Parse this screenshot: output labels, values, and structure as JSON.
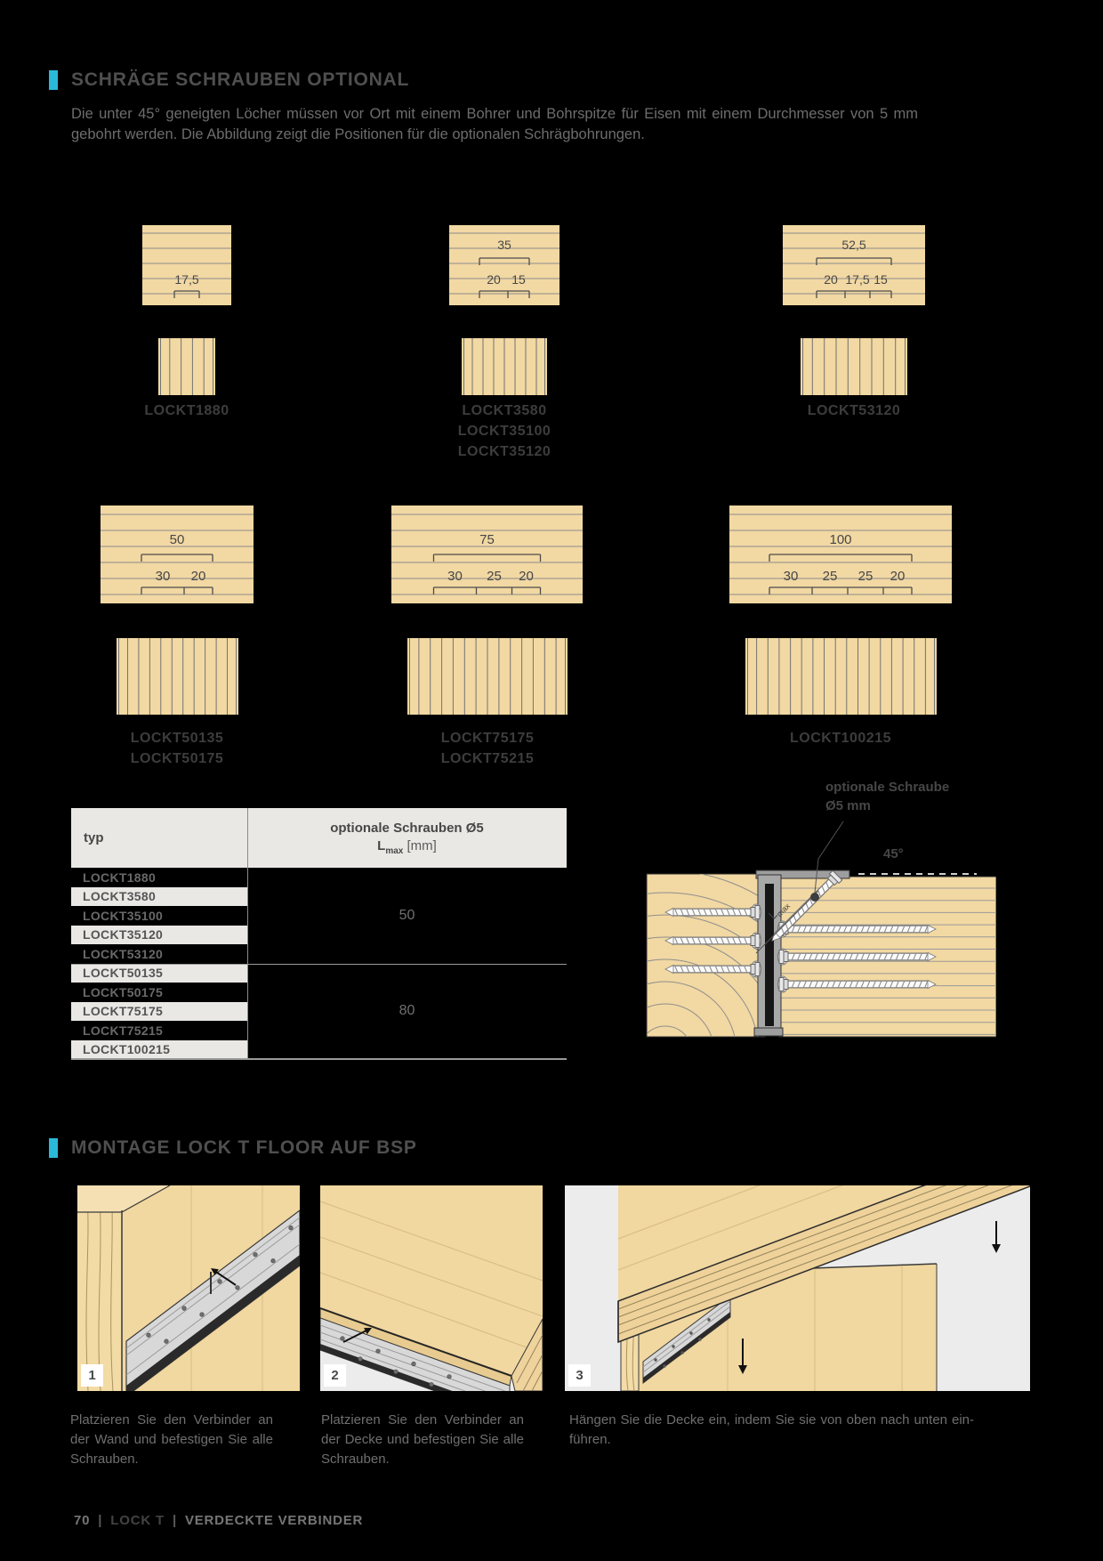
{
  "colors": {
    "accent": "#2bb9da",
    "wood": "#f2d8a2",
    "page_bg": "#000000"
  },
  "section_screws": {
    "title": "SCHRÄGE SCHRAUBEN OPTIONAL",
    "body": "Die unter 45° geneigten Löcher müssen vor Ort mit einem Bohrer und Bohrspitze für Eisen mit einem Durchmesser von 5 mm gebohrt werden. Die Abbildung zeigt die Positionen für die optionalen Schrägbohrungen."
  },
  "diagrams": {
    "row1": [
      {
        "total": "",
        "segments": [
          "17,5"
        ],
        "products": [
          "LOCKT1880"
        ]
      },
      {
        "total": "35",
        "segments": [
          "20",
          "15"
        ],
        "products": [
          "LOCKT3580",
          "LOCKT35100",
          "LOCKT35120"
        ]
      },
      {
        "total": "52,5",
        "segments": [
          "20",
          "17,5",
          "15"
        ],
        "products": [
          "LOCKT53120"
        ]
      }
    ],
    "row2": [
      {
        "total": "50",
        "segments": [
          "30",
          "20"
        ],
        "products": [
          "LOCKT50135",
          "LOCKT50175"
        ]
      },
      {
        "total": "75",
        "segments": [
          "30",
          "25",
          "20"
        ],
        "products": [
          "LOCKT75175",
          "LOCKT75215"
        ]
      },
      {
        "total": "100",
        "segments": [
          "30",
          "25",
          "25",
          "20"
        ],
        "products": [
          "LOCKT100215"
        ]
      }
    ]
  },
  "screw_detail": {
    "callout_line1": "optionale Schraube",
    "callout_line2": "Ø5 mm",
    "angle_label": "45°",
    "length_label_main": "L",
    "length_label_sub": "max"
  },
  "table": {
    "header_col1": "typ",
    "header_col2": "optionale Schrauben Ø5",
    "header_col2_sub_main": "L",
    "header_col2_sub_sub": "max",
    "header_col2_sub_unit": " [mm]",
    "groups": [
      {
        "lmax": "50",
        "types": [
          "LOCKT1880",
          "LOCKT3580",
          "LOCKT35100",
          "LOCKT35120",
          "LOCKT53120"
        ]
      },
      {
        "lmax": "80",
        "types": [
          "LOCKT50135",
          "LOCKT50175",
          "LOCKT75175",
          "LOCKT75215",
          "LOCKT100215"
        ]
      }
    ]
  },
  "section_montage": {
    "title": "MONTAGE LOCK T FLOOR AUF BSP",
    "steps": [
      {
        "number": "1",
        "caption": "Platzieren Sie den Verbinder an der Wand und befestigen Sie alle Schrauben."
      },
      {
        "number": "2",
        "caption": "Platzieren Sie den Verbinder an der Decke und befestigen Sie alle Schrauben."
      },
      {
        "number": "3",
        "caption": "Hängen Sie die Decke ein, indem Sie sie von oben nach unten ein­führen."
      }
    ]
  },
  "footer": {
    "page_number": "70",
    "separator": "|",
    "product": "LOCK T",
    "section": "VERDECKTE VERBINDER"
  }
}
